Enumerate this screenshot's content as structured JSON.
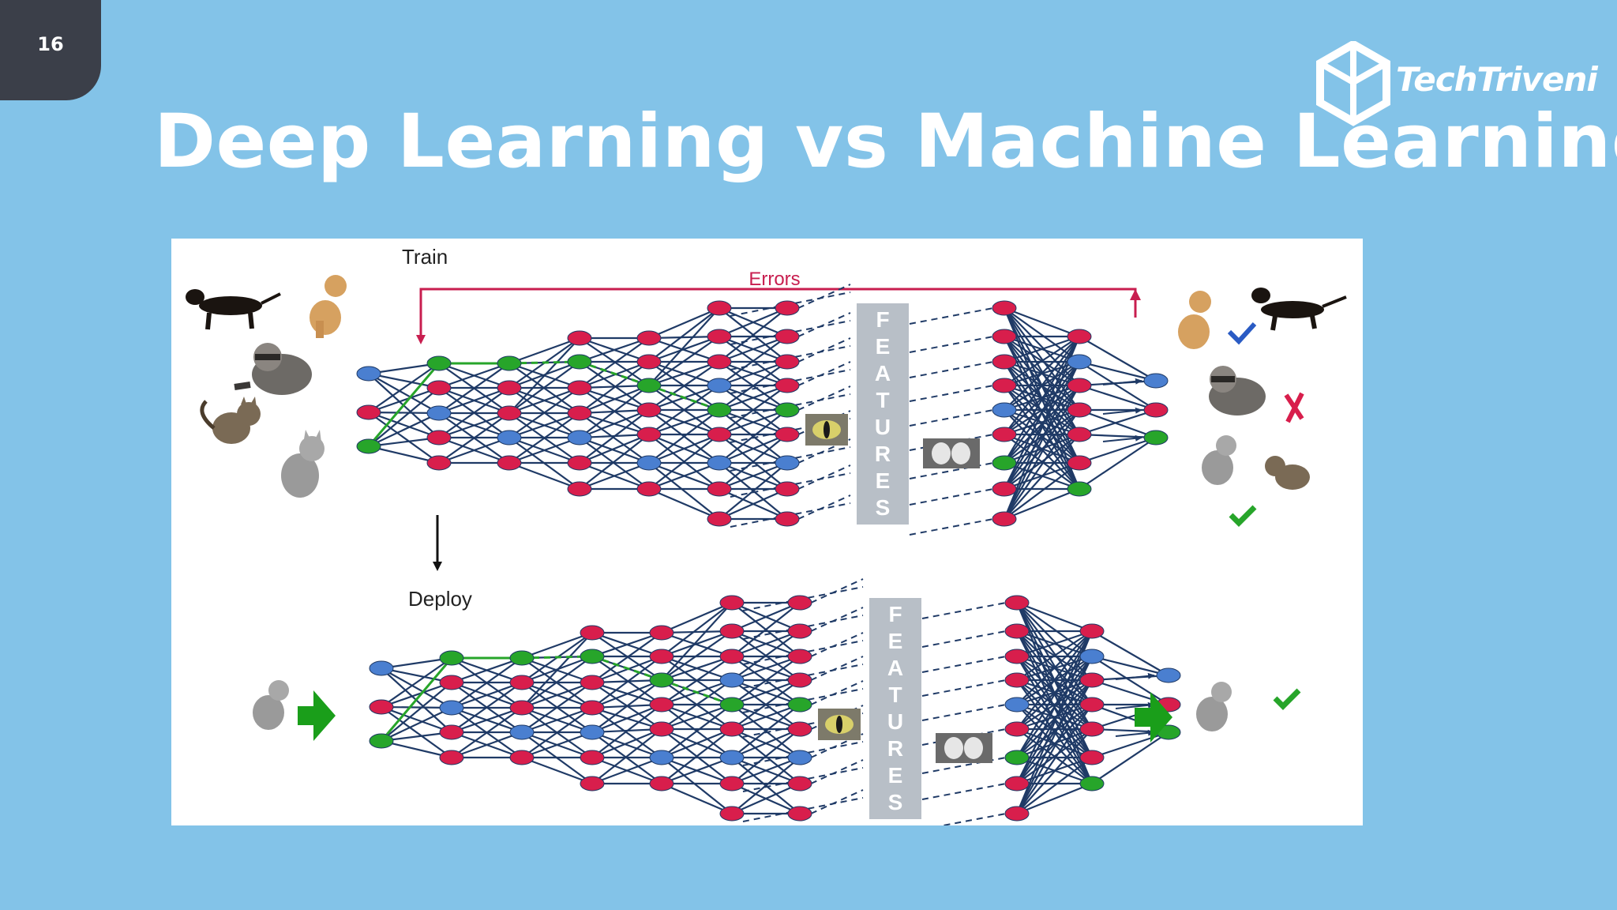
{
  "slide": {
    "number": "16",
    "title": "Deep Learning vs Machine Learning",
    "logo_text": "TechTriveni"
  },
  "diagram": {
    "train_label": "Train",
    "errors_label": "Errors",
    "deploy_label": "Deploy",
    "features_letters": [
      "F",
      "E",
      "A",
      "T",
      "U",
      "R",
      "E",
      "S"
    ],
    "train_inputs": [
      "dachshund",
      "golden-retriever",
      "raccoon",
      "tabby-cat",
      "gray-cat"
    ],
    "train_outputs": [
      {
        "animal": "dachshund + golden-retriever",
        "result": "correct"
      },
      {
        "animal": "raccoon",
        "result": "wrong"
      },
      {
        "animal": "cats",
        "result": "correct"
      }
    ],
    "deploy_input": "gray-cat",
    "deploy_output": {
      "animal": "gray-cat",
      "result": "correct"
    }
  },
  "colors": {
    "background": "#83c3e8",
    "node_red": "#d81e4c",
    "node_blue": "#4a7fd0",
    "node_green": "#27a52a",
    "edge": "#1f3a66",
    "errors": "#c81e4f",
    "features_bar": "#b8bfc7"
  }
}
